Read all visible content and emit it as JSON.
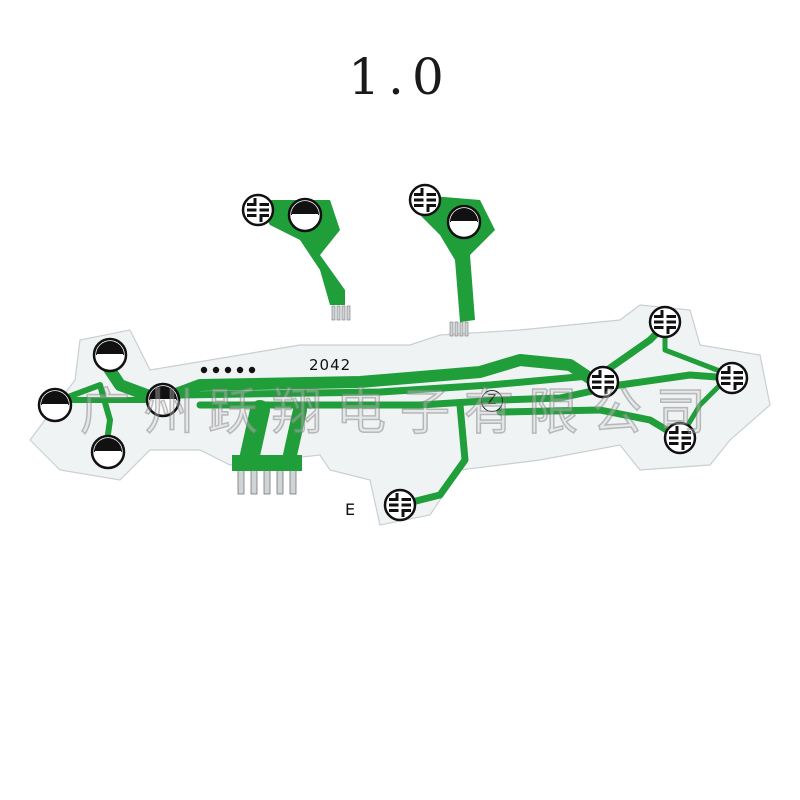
{
  "title": "1.0",
  "board_code": "2042",
  "edge_mark": "E",
  "circle_mark": "Z",
  "watermark": "广州跃翔电子有限公司",
  "colors": {
    "background": "#ffffff",
    "trace_green": "#1f9e3a",
    "film": "#eef1f2",
    "pad_black": "#111111"
  }
}
